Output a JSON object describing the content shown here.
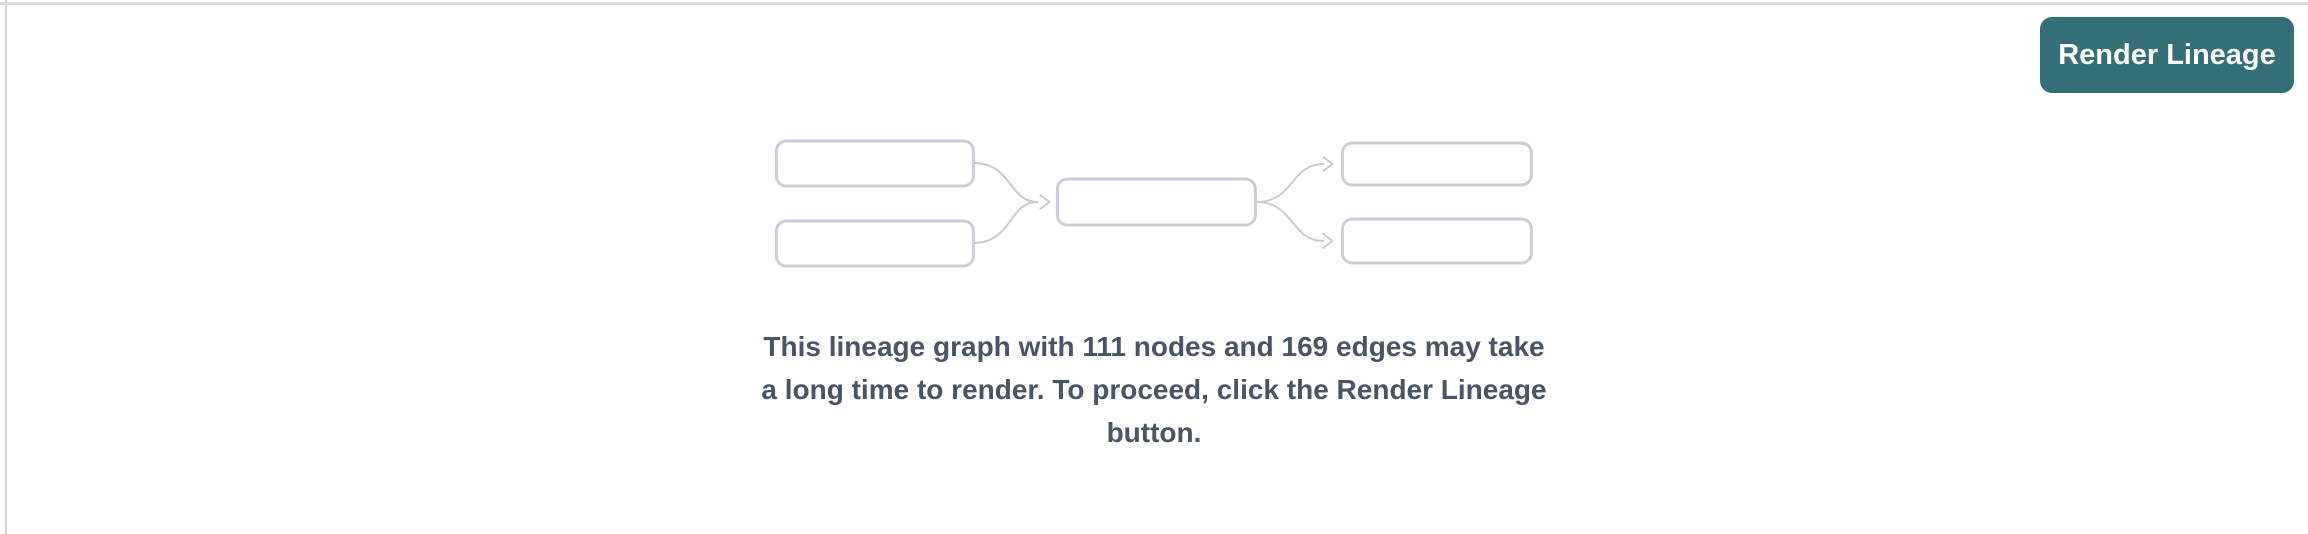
{
  "toolbar": {
    "render_lineage_label": "Render Lineage"
  },
  "placeholder": {
    "message_lines": [
      "This lineage graph with 111 nodes and 169 edges may take",
      "a long time to render. To proceed, click the Render Lineage",
      "button."
    ],
    "node_count": 111,
    "edge_count": 169
  },
  "colors": {
    "button_bg": "#346f77",
    "button_text": "#ffffff",
    "node_border": "#caced8",
    "node_fill": "#ffffff",
    "edge_stroke": "#c6cbd4",
    "message_text": "#4a5468",
    "top_border": "#d9d9de",
    "left_divider": "#d4d4d8",
    "background": "#ffffff"
  },
  "icons": {
    "lineage_placeholder": "lineage-graph-placeholder"
  }
}
